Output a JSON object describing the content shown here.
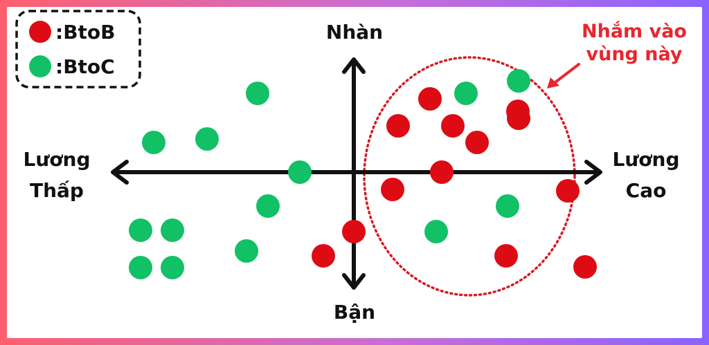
{
  "chart_data": {
    "type": "scatter",
    "axes": {
      "top": "Nhàn",
      "bottom": "Bận",
      "left": [
        "Lương",
        "Thấp"
      ],
      "right": [
        "Lương",
        "Cao"
      ]
    },
    "legend": [
      {
        "label": ":BtoB",
        "color": "#dd0c14"
      },
      {
        "label": ":BtoC",
        "color": "#12c066"
      }
    ],
    "legend_position": "top-left",
    "annotation": {
      "lines": [
        "Nhắm vào",
        "vùng này"
      ],
      "color": "#e8262f"
    },
    "xlim": [
      -340,
      340
    ],
    "ylim": [
      -160,
      160
    ],
    "series": [
      {
        "name": ":BtoB",
        "color": "#dd0c14",
        "points": [
          [
            110,
            106
          ],
          [
            64,
            67
          ],
          [
            143,
            67
          ],
          [
            238,
            78
          ],
          [
            178,
            43
          ],
          [
            237,
            88
          ],
          [
            127,
            0
          ],
          [
            56,
            -25
          ],
          [
            309,
            -27
          ],
          [
            0,
            -86
          ],
          [
            -44,
            -121
          ],
          [
            220,
            -121
          ],
          [
            334,
            -137
          ]
        ]
      },
      {
        "name": ":BtoC",
        "color": "#12c066",
        "points": [
          [
            -139,
            114
          ],
          [
            162,
            114
          ],
          [
            238,
            132
          ],
          [
            -289,
            43
          ],
          [
            -212,
            48
          ],
          [
            -78,
            0
          ],
          [
            -124,
            -49
          ],
          [
            222,
            -49
          ],
          [
            119,
            -86
          ],
          [
            -308,
            -84
          ],
          [
            -262,
            -84
          ],
          [
            -155,
            -114
          ],
          [
            -308,
            -138
          ],
          [
            -262,
            -138
          ]
        ]
      }
    ]
  }
}
